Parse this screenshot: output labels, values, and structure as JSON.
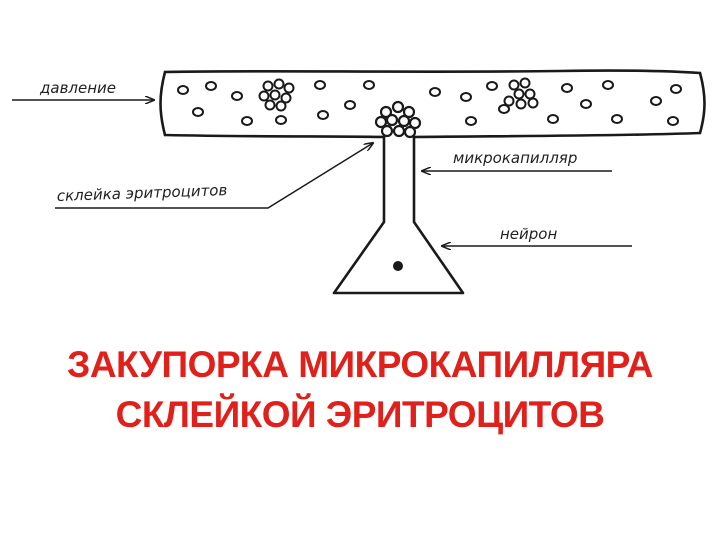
{
  "labels": {
    "pressure": "давление",
    "microcapillary": "микрокапилляр",
    "erythrocyte_clump": "склейка эритроцитов",
    "neuron": "нейрон"
  },
  "title": {
    "line1": "ЗАКУПОРКА МИКРОКАПИЛЛЯРА",
    "line2": "СКЛЕЙКОЙ ЭРИТРОЦИТОВ"
  },
  "colors": {
    "title": "#e0201b",
    "ink": "#1a1a1a"
  }
}
